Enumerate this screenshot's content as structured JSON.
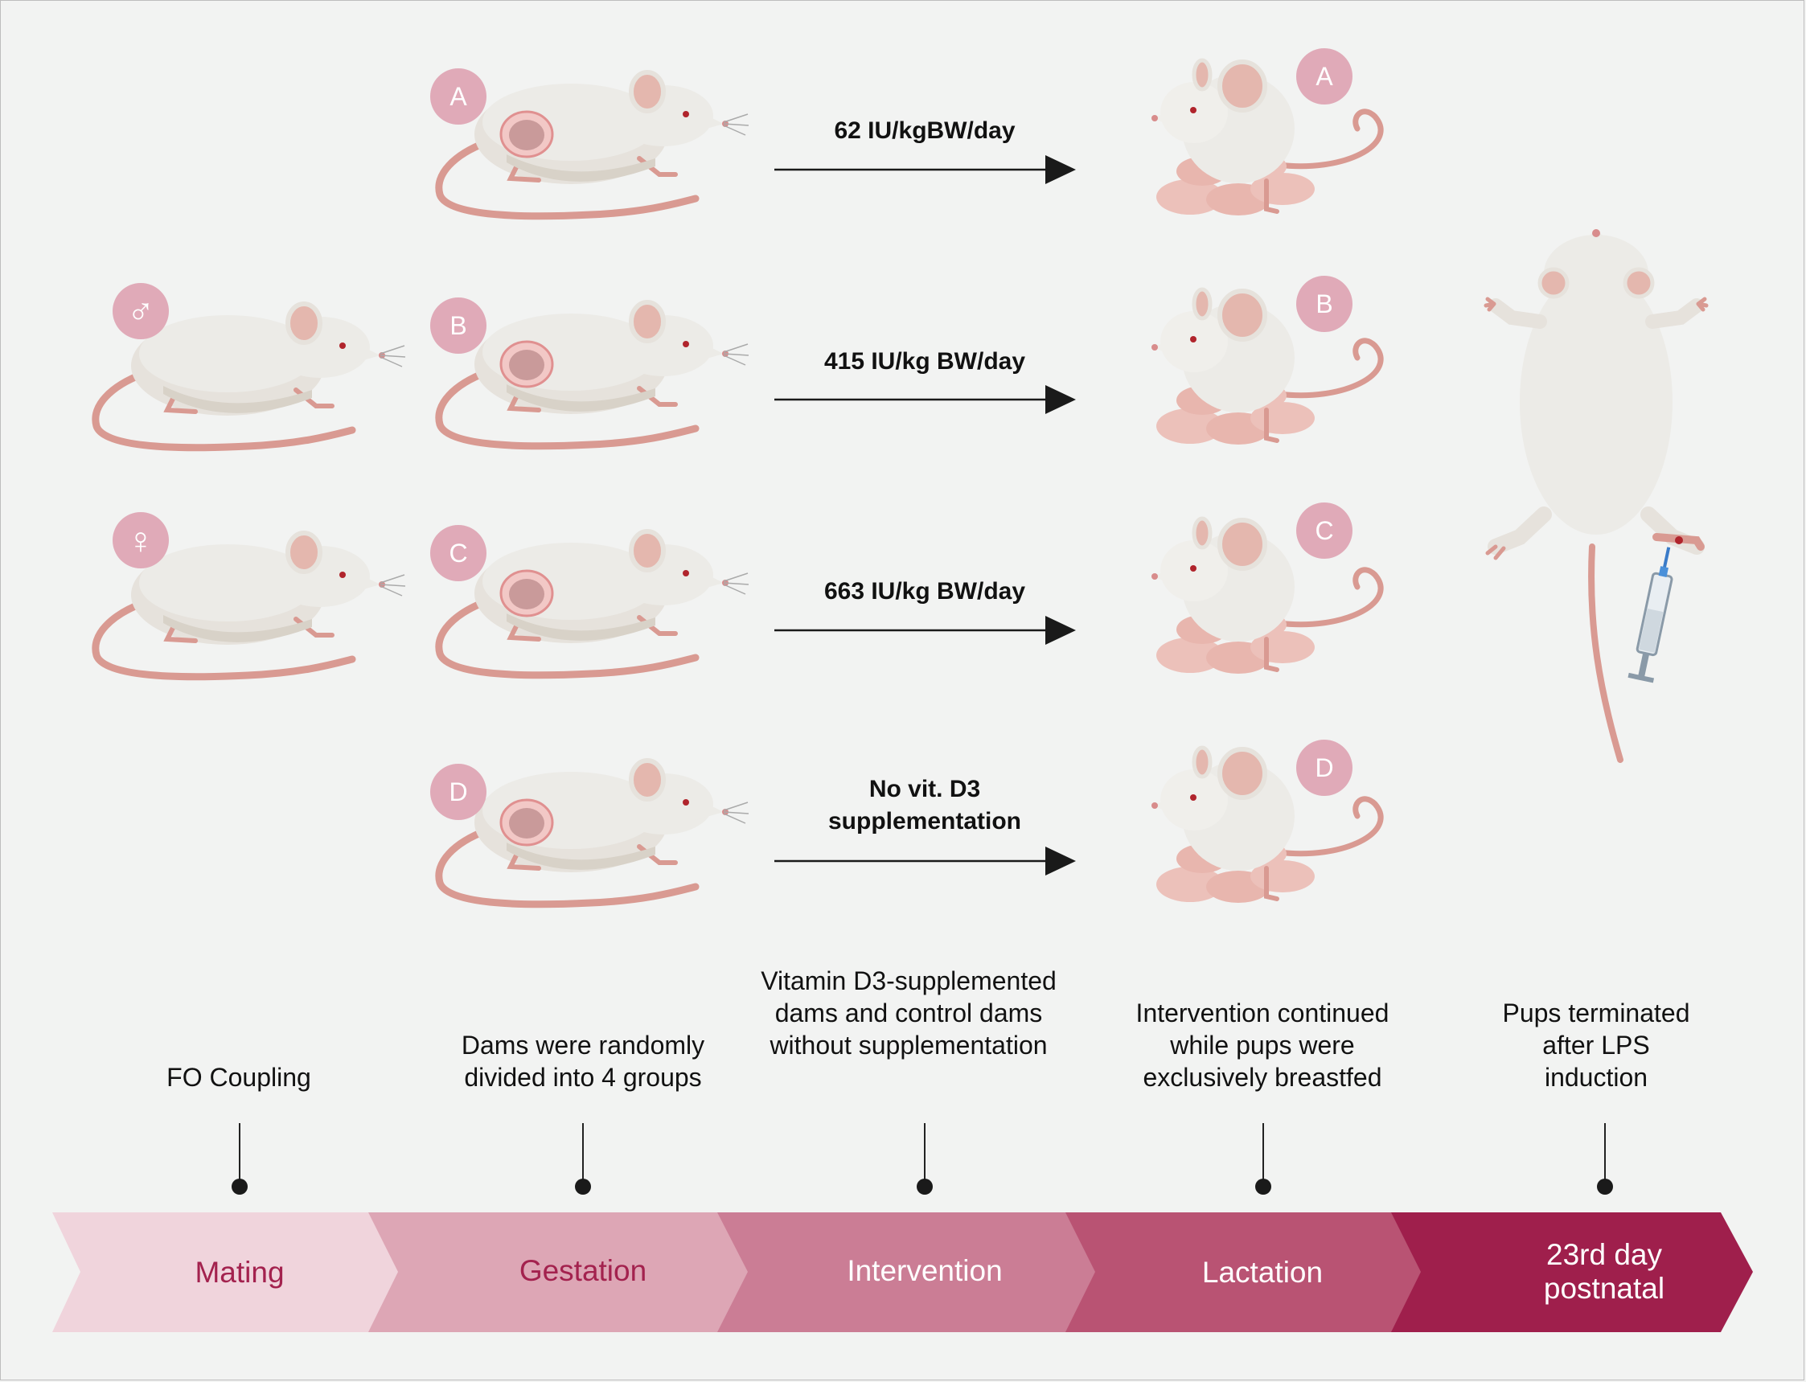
{
  "colors": {
    "background": "#f2f3f2",
    "badge": "#e0aab8",
    "stage1": "#f0d4dc",
    "stage2": "#dda6b5",
    "stage3": "#cb7d95",
    "stage4": "#b95373",
    "stage5": "#9f1f4c",
    "label_dark": "#a3224e",
    "label_light": "#ffffff"
  },
  "sex_symbols": {
    "male": "♂",
    "female": "♀"
  },
  "groups": [
    {
      "id": "A",
      "dose": "62 IU/kgBW/day"
    },
    {
      "id": "B",
      "dose": "415 IU/kg BW/day"
    },
    {
      "id": "C",
      "dose": "663 IU/kg BW/day"
    },
    {
      "id": "D",
      "dose": "No vit. D3 supplementation"
    }
  ],
  "timeline": [
    {
      "label": "Mating",
      "description": "FO Coupling"
    },
    {
      "label": "Gestation",
      "description": "Dams were randomly divided into 4 groups"
    },
    {
      "label": "Intervention",
      "description": "Vitamin D3-supplemented dams and control dams without supplementation"
    },
    {
      "label": "Lactation",
      "description": "Intervention continued while pups were exclusively breastfed"
    },
    {
      "label": "23rd day postnatal",
      "description": "Pups terminated after LPS induction"
    }
  ]
}
